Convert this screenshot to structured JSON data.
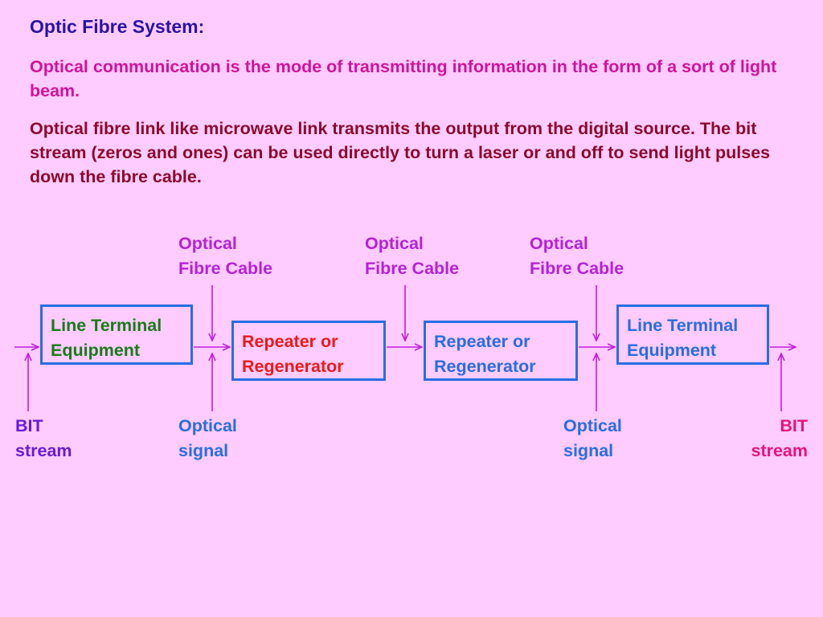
{
  "title": "Optic Fibre System:",
  "para1": "Optical communication is the mode of transmitting information in the form of a sort of light beam.",
  "para2": "Optical fibre link like microwave link transmits the output from the digital source.  The bit stream (zeros and ones) can be used directly to turn a laser or and off to send light pulses down the fibre cable.",
  "diagram": {
    "boxes": {
      "lte_left": {
        "line1": "Line Terminal",
        "line2": "Equipment"
      },
      "repeater1": {
        "line1": "Repeater or",
        "line2": "Regenerator"
      },
      "repeater2": {
        "line1": "Repeater or",
        "line2": "Regenerator"
      },
      "lte_right": {
        "line1": "Line Terminal",
        "line2": "Equipment"
      }
    },
    "cable_labels": [
      {
        "line1": "Optical",
        "line2": "Fibre Cable"
      },
      {
        "line1": "Optical",
        "line2": "Fibre Cable"
      },
      {
        "line1": "Optical",
        "line2": "Fibre Cable"
      }
    ],
    "signal_labels": [
      {
        "line1": "Optical",
        "line2": "signal"
      },
      {
        "line1": "Optical",
        "line2": "signal"
      }
    ],
    "bit_labels": [
      {
        "line1": "BIT",
        "line2": "stream"
      },
      {
        "line1": "BIT",
        "line2": "stream"
      }
    ]
  },
  "colors": {
    "background": "#ffccff",
    "title": "#2a12a8",
    "para1": "#d0139a",
    "para2": "#8b0a2c",
    "box_border": "#2a6de0",
    "arrow": "#c020d8"
  }
}
